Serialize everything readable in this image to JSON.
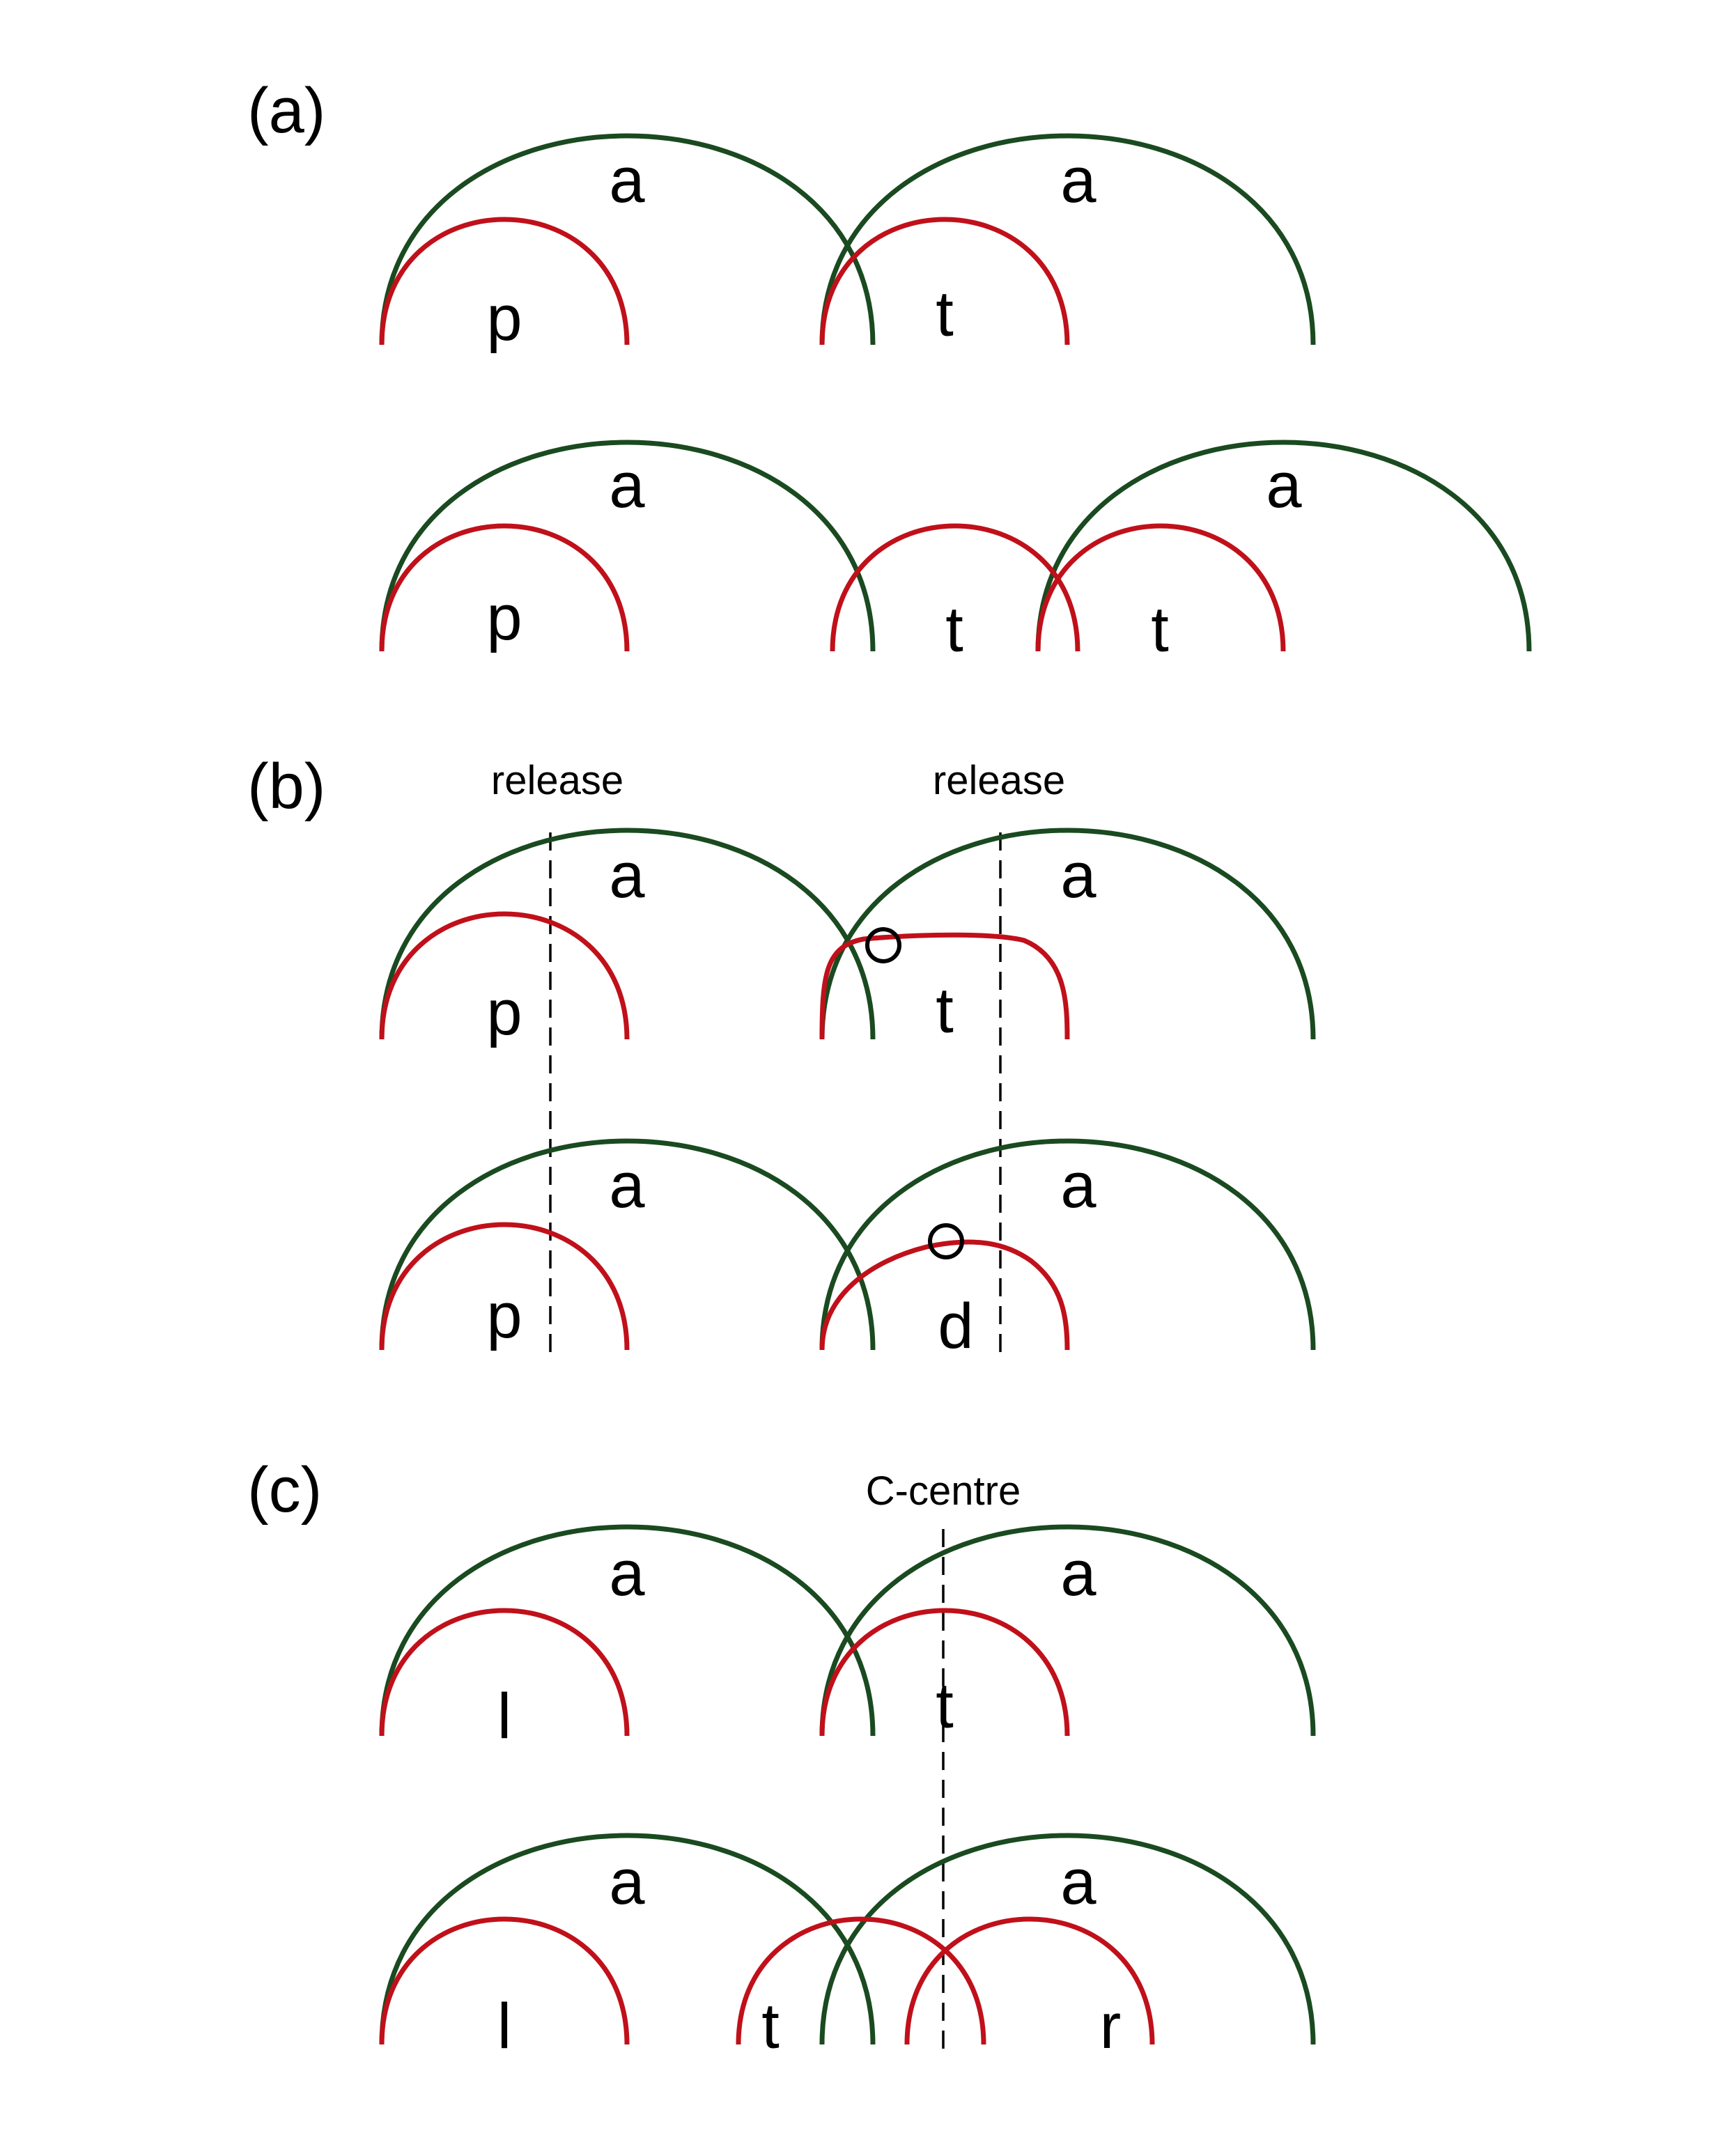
{
  "colors": {
    "vowel": "#1a4a20",
    "consonant": "#c0101a",
    "text": "#000000"
  },
  "panels": [
    {
      "label": "(a)"
    },
    {
      "label": "(b)",
      "annotations": [
        "release",
        "release"
      ]
    },
    {
      "label": "(c)",
      "annotations": [
        "C-centre"
      ]
    }
  ],
  "rows": [
    {
      "vowels": [
        "a",
        "a"
      ],
      "consonants": [
        "p",
        "t"
      ]
    },
    {
      "vowels": [
        "a",
        "a"
      ],
      "consonants": [
        "p",
        "t",
        "t"
      ]
    },
    {
      "vowels": [
        "a",
        "a"
      ],
      "consonants": [
        "p",
        "t"
      ]
    },
    {
      "vowels": [
        "a",
        "a"
      ],
      "consonants": [
        "p",
        "d"
      ]
    },
    {
      "vowels": [
        "a",
        "a"
      ],
      "consonants": [
        "l",
        "t"
      ]
    },
    {
      "vowels": [
        "a",
        "a"
      ],
      "consonants": [
        "l",
        "t",
        "r"
      ]
    }
  ]
}
